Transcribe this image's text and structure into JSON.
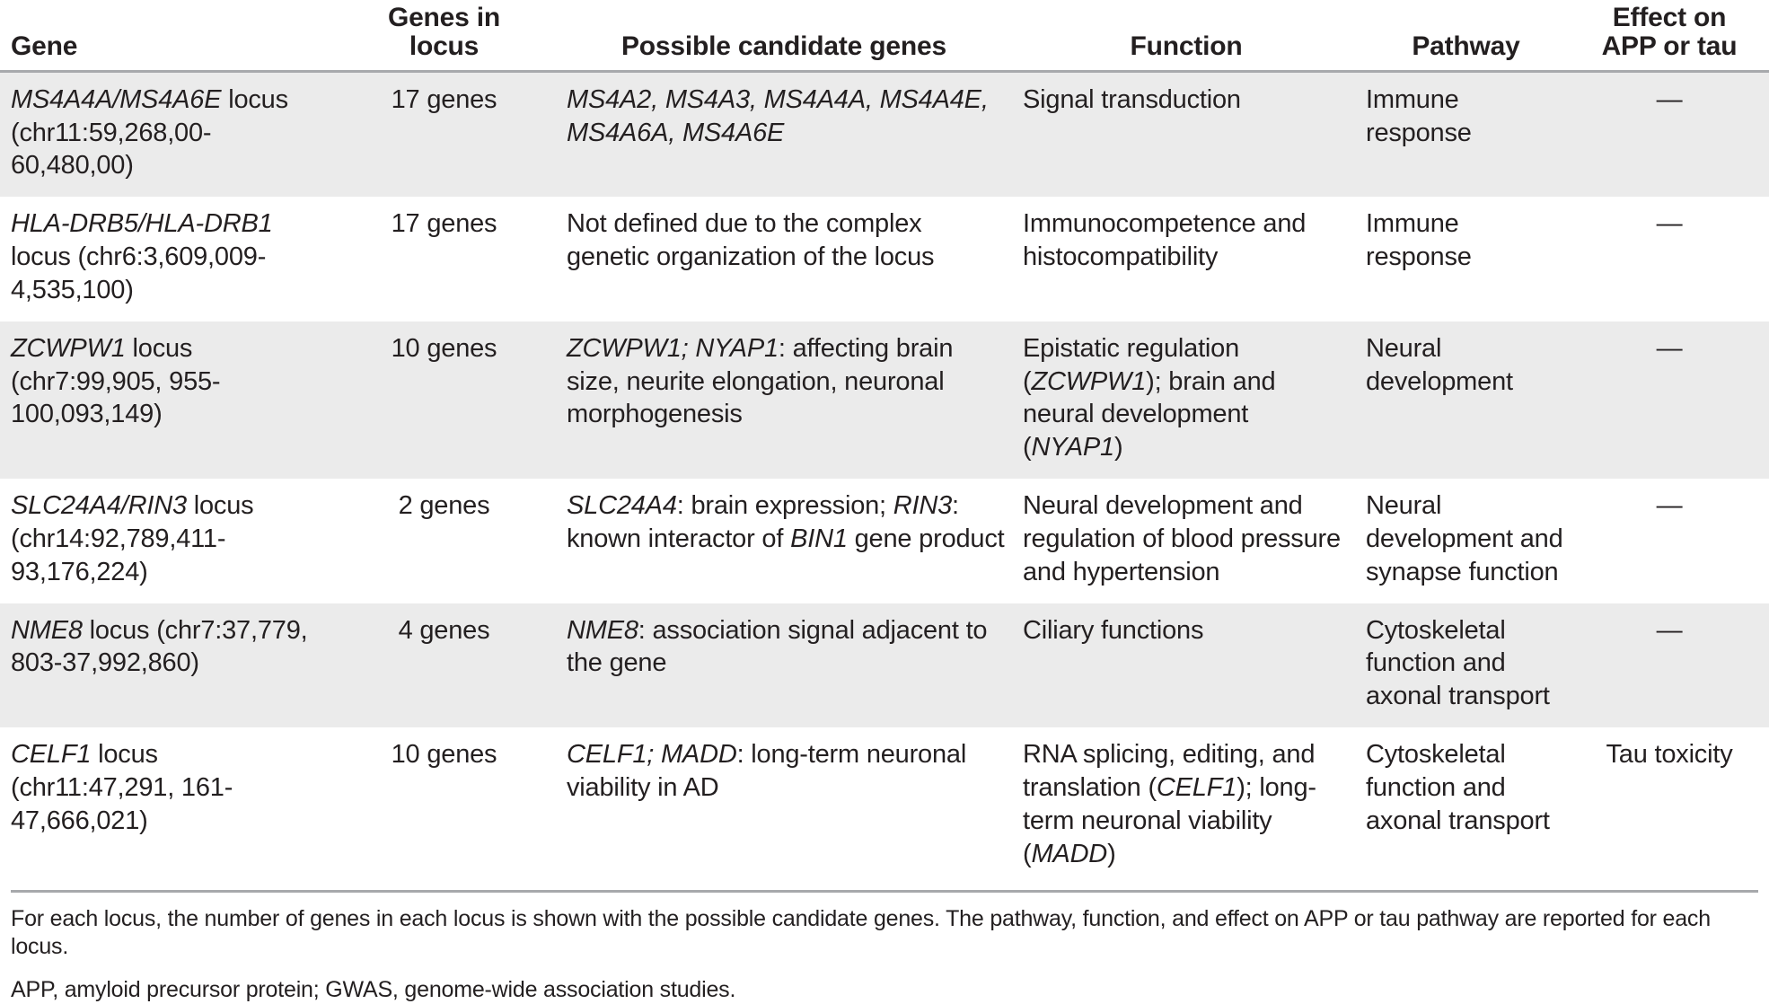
{
  "table": {
    "columns": [
      {
        "key": "gene",
        "label": "Gene"
      },
      {
        "key": "count",
        "label": "Genes in\nlocus",
        "line1": "Genes in",
        "line2": "locus"
      },
      {
        "key": "cand",
        "label": "Possible candidate genes"
      },
      {
        "key": "func",
        "label": "Function"
      },
      {
        "key": "path",
        "label": "Pathway"
      },
      {
        "key": "effect",
        "label": "Effect on\nAPP or tau",
        "line1": "Effect on",
        "line2": "APP or tau"
      }
    ],
    "rows": [
      {
        "shaded": true,
        "gene_italic": "MS4A4A/MS4A6E",
        "gene_rest": " locus (chr11:59,268,00-60,480,00)",
        "count": "17 genes",
        "cand_italic": "MS4A2, MS4A3, MS4A4A, MS4A4E, MS4A6A, MS4A6E",
        "cand_rest": "",
        "function": "Signal transduction",
        "pathway": "Immune response",
        "effect": "—"
      },
      {
        "shaded": false,
        "gene_italic": "HLA-DRB5/HLA-DRB1",
        "gene_rest": " locus (chr6:3,609,009-4,535,100)",
        "count": "17 genes",
        "cand_italic": "",
        "cand_rest": "Not defined due to the complex genetic organization of the locus",
        "function": "Immunocompetence and histocompatibility",
        "pathway": "Immune response",
        "effect": "—"
      },
      {
        "shaded": true,
        "gene_italic": "ZCWPW1",
        "gene_rest": " locus (chr7:99,905, 955-100,093,149)",
        "count": "10 genes",
        "cand_italic": "ZCWPW1; NYAP1",
        "cand_rest": ": affecting brain size, neurite elongation, neuronal morphogenesis",
        "function": "Epistatic regulation (ZCWPW1); brain and neural development (NYAP1)",
        "pathway": "Neural development",
        "effect": "—"
      },
      {
        "shaded": false,
        "gene_italic": "SLC24A4/RIN3",
        "gene_rest": " locus (chr14:92,789,411-93,176,224)",
        "count": "2 genes",
        "cand_italic": "SLC24A4",
        "cand_rest": ": brain expression; RIN3: known interactor of BIN1 gene product",
        "function": "Neural development and regulation of blood pressure and hypertension",
        "pathway": "Neural development and synapse function",
        "effect": "—"
      },
      {
        "shaded": true,
        "gene_italic": "NME8",
        "gene_rest": " locus (chr7:37,779, 803-37,992,860)",
        "count": "4 genes",
        "cand_italic": "NME8",
        "cand_rest": ": association signal adjacent to the gene",
        "function": "Ciliary functions",
        "pathway": "Cytoskeletal function and axonal transport",
        "effect": "—"
      },
      {
        "shaded": false,
        "gene_italic": "CELF1",
        "gene_rest": " locus (chr11:47,291, 161-47,666,021)",
        "count": "10 genes",
        "cand_italic": "CELF1; MADD",
        "cand_rest": ": long-term neuronal viability in AD",
        "function": "RNA splicing, editing, and translation (CELF1); long-term neuronal viability (MADD)",
        "pathway": "Cytoskeletal function and axonal transport",
        "effect": "Tau toxicity"
      }
    ]
  },
  "footnotes": {
    "note1": "For each locus, the number of genes in each locus is shown with the possible candidate genes. The pathway, function, and effect on APP or tau pathway are reported for each locus.",
    "note2": "APP, amyloid precursor protein; GWAS, genome-wide association studies."
  },
  "colors": {
    "row_shade": "#ebebeb",
    "rule": "#a7a9ac",
    "text": "#231f20",
    "background": "#ffffff"
  }
}
